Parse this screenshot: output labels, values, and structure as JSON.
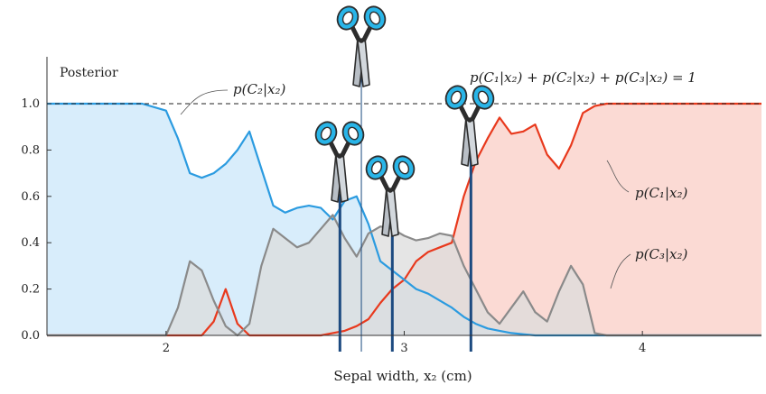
{
  "chart_data": {
    "type": "area",
    "title": "",
    "xlabel": "Sepal width, x₂ (cm)",
    "ylabel": "Posterior",
    "xlim": [
      1.5,
      4.5
    ],
    "ylim": [
      0,
      1.0
    ],
    "xticks": [
      "2",
      "3",
      "4"
    ],
    "xtick_values": [
      2,
      3,
      4
    ],
    "yticks": [
      "0.0",
      "0.2",
      "0.4",
      "0.6",
      "0.8",
      "1.0"
    ],
    "ytick_values": [
      0,
      0.2,
      0.4,
      0.6,
      0.8,
      1.0
    ],
    "sum_annotation": "p(C₁|x₂) + p(C₂|x₂) + p(C₃|x₂) = 1",
    "x": [
      1.5,
      1.9,
      2.0,
      2.05,
      2.1,
      2.15,
      2.2,
      2.25,
      2.3,
      2.35,
      2.4,
      2.45,
      2.5,
      2.55,
      2.6,
      2.65,
      2.7,
      2.75,
      2.8,
      2.85,
      2.9,
      2.95,
      3.0,
      3.05,
      3.1,
      3.15,
      3.2,
      3.25,
      3.3,
      3.35,
      3.4,
      3.45,
      3.5,
      3.55,
      3.6,
      3.65,
      3.7,
      3.75,
      3.8,
      3.85,
      3.9,
      3.95,
      4.0,
      4.5
    ],
    "series": [
      {
        "name": "p(C₁|x₂)",
        "color": "#e8391d",
        "fill": "#f9cdc6",
        "values": [
          0,
          0,
          0,
          0,
          0,
          0,
          0.06,
          0.2,
          0.05,
          0,
          0,
          0,
          0,
          0,
          0,
          0,
          0.01,
          0.02,
          0.04,
          0.07,
          0.14,
          0.2,
          0.24,
          0.32,
          0.36,
          0.38,
          0.4,
          0.6,
          0.75,
          0.85,
          0.94,
          0.87,
          0.88,
          0.91,
          0.78,
          0.72,
          0.82,
          0.96,
          0.99,
          1.0,
          1.0,
          1.0,
          1.0,
          1.0
        ]
      },
      {
        "name": "p(C₂|x₂)",
        "color": "#2b9be0",
        "fill": "#cbe7fa",
        "values": [
          1.0,
          1.0,
          0.97,
          0.85,
          0.7,
          0.68,
          0.7,
          0.74,
          0.8,
          0.88,
          0.72,
          0.56,
          0.53,
          0.55,
          0.56,
          0.55,
          0.5,
          0.58,
          0.6,
          0.48,
          0.32,
          0.28,
          0.24,
          0.2,
          0.18,
          0.15,
          0.12,
          0.08,
          0.05,
          0.03,
          0.02,
          0.01,
          0.005,
          0,
          0,
          0,
          0,
          0,
          0,
          0,
          0,
          0,
          0,
          0
        ]
      },
      {
        "name": "p(C₃|x₂)",
        "color": "#8a8a8a",
        "fill": "#dcdcdc",
        "values": [
          0,
          0,
          0,
          0.12,
          0.32,
          0.28,
          0.15,
          0.04,
          0,
          0.05,
          0.3,
          0.46,
          0.42,
          0.38,
          0.4,
          0.46,
          0.52,
          0.42,
          0.34,
          0.44,
          0.47,
          0.46,
          0.43,
          0.41,
          0.42,
          0.44,
          0.43,
          0.3,
          0.2,
          0.1,
          0.05,
          0.12,
          0.19,
          0.1,
          0.06,
          0.19,
          0.3,
          0.22,
          0.01,
          0,
          0,
          0,
          0,
          0
        ]
      }
    ],
    "decision_cuts_x": [
      2.73,
      2.82,
      2.95,
      3.28
    ]
  }
}
